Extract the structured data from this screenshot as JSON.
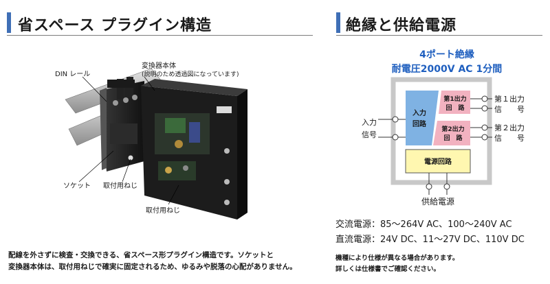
{
  "left": {
    "title": "省スペース プラグイン構造",
    "labels": {
      "din_rail": "DIN レール",
      "body": "変換器本体",
      "body_note": "(説明のため透過図になっています)",
      "socket": "ソケット",
      "screw1": "取付用ねじ",
      "screw2": "取付用ねじ"
    },
    "description": [
      "配線を外さずに検査・交換できる、省スペース形プラグイン構造です。ソケットと",
      "変換器本体は、取付用ねじで確実に固定されるため、ゆるみや脱落の心配がありません。"
    ]
  },
  "right": {
    "title": "絶縁と供給電源",
    "diagram": {
      "heading1": "4ポート絶縁",
      "heading2": "耐電圧2000V AC 1分間",
      "input_block": [
        "入力",
        "回路"
      ],
      "output1_block": [
        "第1出力",
        "回　路"
      ],
      "output2_block": [
        "第2出力",
        "回　路"
      ],
      "power_block": "電源回路",
      "input_label": [
        "入力",
        "信号"
      ],
      "output1_label": [
        "第１出力",
        "信　　号"
      ],
      "output2_label": [
        "第２出力",
        "信　　号"
      ],
      "supply_label": "供給電源"
    },
    "specs": [
      {
        "label": "交流電源：",
        "value": "85～264V AC、100～240V AC"
      },
      {
        "label": "直流電源：",
        "value": "24V DC、11～27V DC、110V DC"
      }
    ],
    "notes": [
      "機種により仕様が異なる場合があります。",
      "詳しくは仕様書でご確認ください。"
    ]
  },
  "colors": {
    "accent_bar": "#3f6fb6",
    "diagram_title": "#1f5fbf",
    "input_fill": "#7fb2e3",
    "output_fill": "#f2b2c0",
    "power_fill": "#fff7b0",
    "isolation_frame": "#c8c8c8"
  }
}
